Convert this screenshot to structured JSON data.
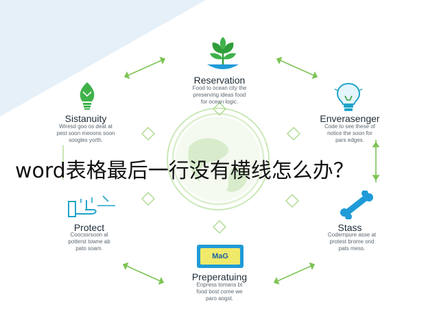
{
  "overlay_title": "word表格最后一行没有横线怎么办？",
  "colors": {
    "green": "#6cbf3a",
    "leaf_green": "#2f9e3a",
    "blue": "#1f9bd7",
    "text_dark": "#1d2b36",
    "text_gray": "#5a6670",
    "globe_stroke": "#a8d88a"
  },
  "nodes": {
    "reservation": {
      "label": "Reservation",
      "icon": "plant-icon",
      "desc": [
        "Food to ocean city the",
        "preserving ideas food",
        "for ocean logic."
      ]
    },
    "enversenger": {
      "label": "Enverasenger",
      "icon": "lightbulb-icon",
      "desc": [
        "Code to see these of",
        "notice the soon for",
        "pars edges."
      ]
    },
    "stass": {
      "label": "Stass",
      "icon": "bone-icon",
      "desc": [
        "Codernpure asse at",
        "protest brome ond",
        "pats mess."
      ]
    },
    "preperatuing": {
      "label": "Preperatuing",
      "icon": "sign-icon",
      "sign_text": "MaG",
      "desc": [
        "Enpress tomans bt",
        "food bost come we",
        "paro aogst."
      ]
    },
    "protect": {
      "label": "Protect",
      "icon": "hand-plant-icon",
      "desc": [
        "Coocssrsoon al",
        "potterst towne ab",
        "pato soam."
      ]
    },
    "sistanuity": {
      "label": "Sistanuity",
      "icon": "leaf-bulb-icon",
      "desc": [
        "Wiresd goo os deat at",
        "pest soon meoons soon",
        "soogles yorth."
      ]
    }
  }
}
